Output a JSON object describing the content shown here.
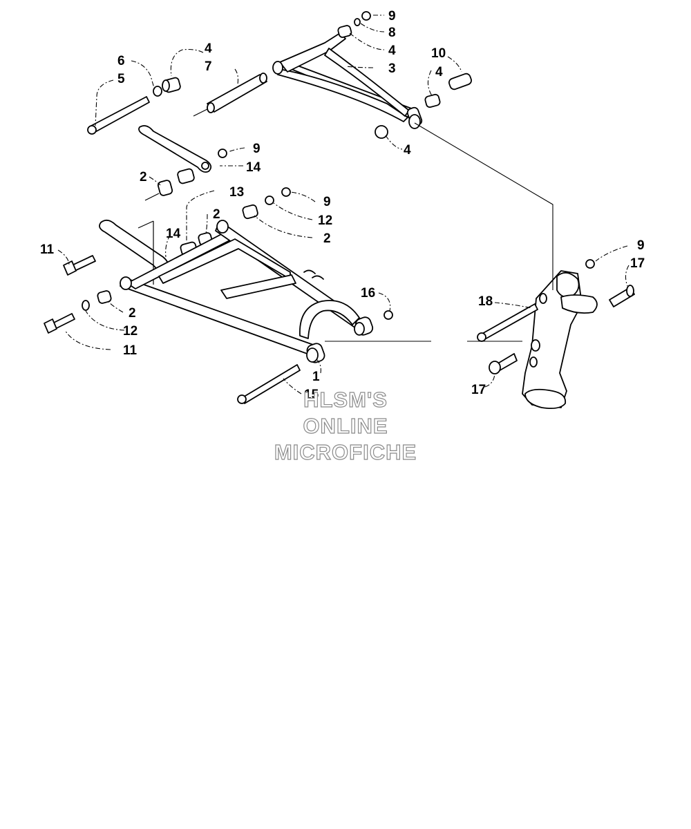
{
  "watermark": {
    "line1": "HLSM'S",
    "line2": "ONLINE",
    "line3": "MICROFICHE"
  },
  "callouts": [
    "1",
    "2",
    "3",
    "4",
    "5",
    "6",
    "7",
    "8",
    "9",
    "10",
    "11",
    "12",
    "13",
    "14",
    "15",
    "16",
    "17",
    "18"
  ],
  "colors": {
    "ink": "#000000",
    "background": "#ffffff",
    "watermark_outline": "#8a8a8a"
  }
}
